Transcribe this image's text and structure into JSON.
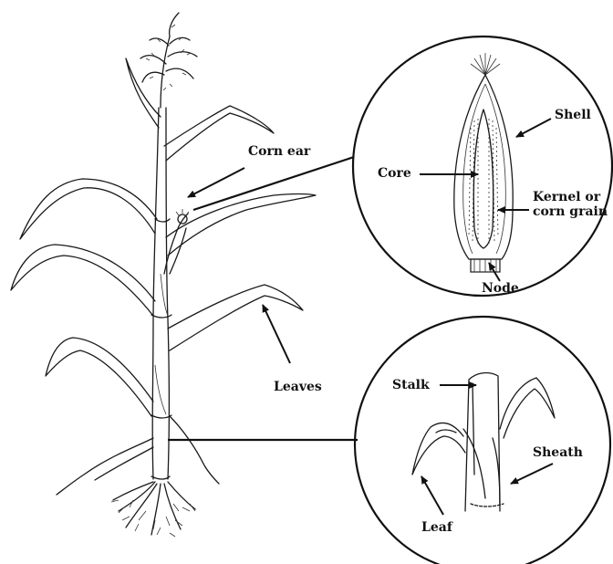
{
  "labels": {
    "corn_ear": "Corn ear",
    "leaves": "Leaves",
    "shell": "Shell",
    "core": "Core",
    "kernel_line1": "Kernel or",
    "kernel_line2": "corn grain",
    "node": "Node",
    "stalk": "Stalk",
    "sheath": "Sheath",
    "leaf": "Leaf"
  },
  "colors": {
    "ink": "#1a1a1a",
    "background": "#ffffff"
  }
}
